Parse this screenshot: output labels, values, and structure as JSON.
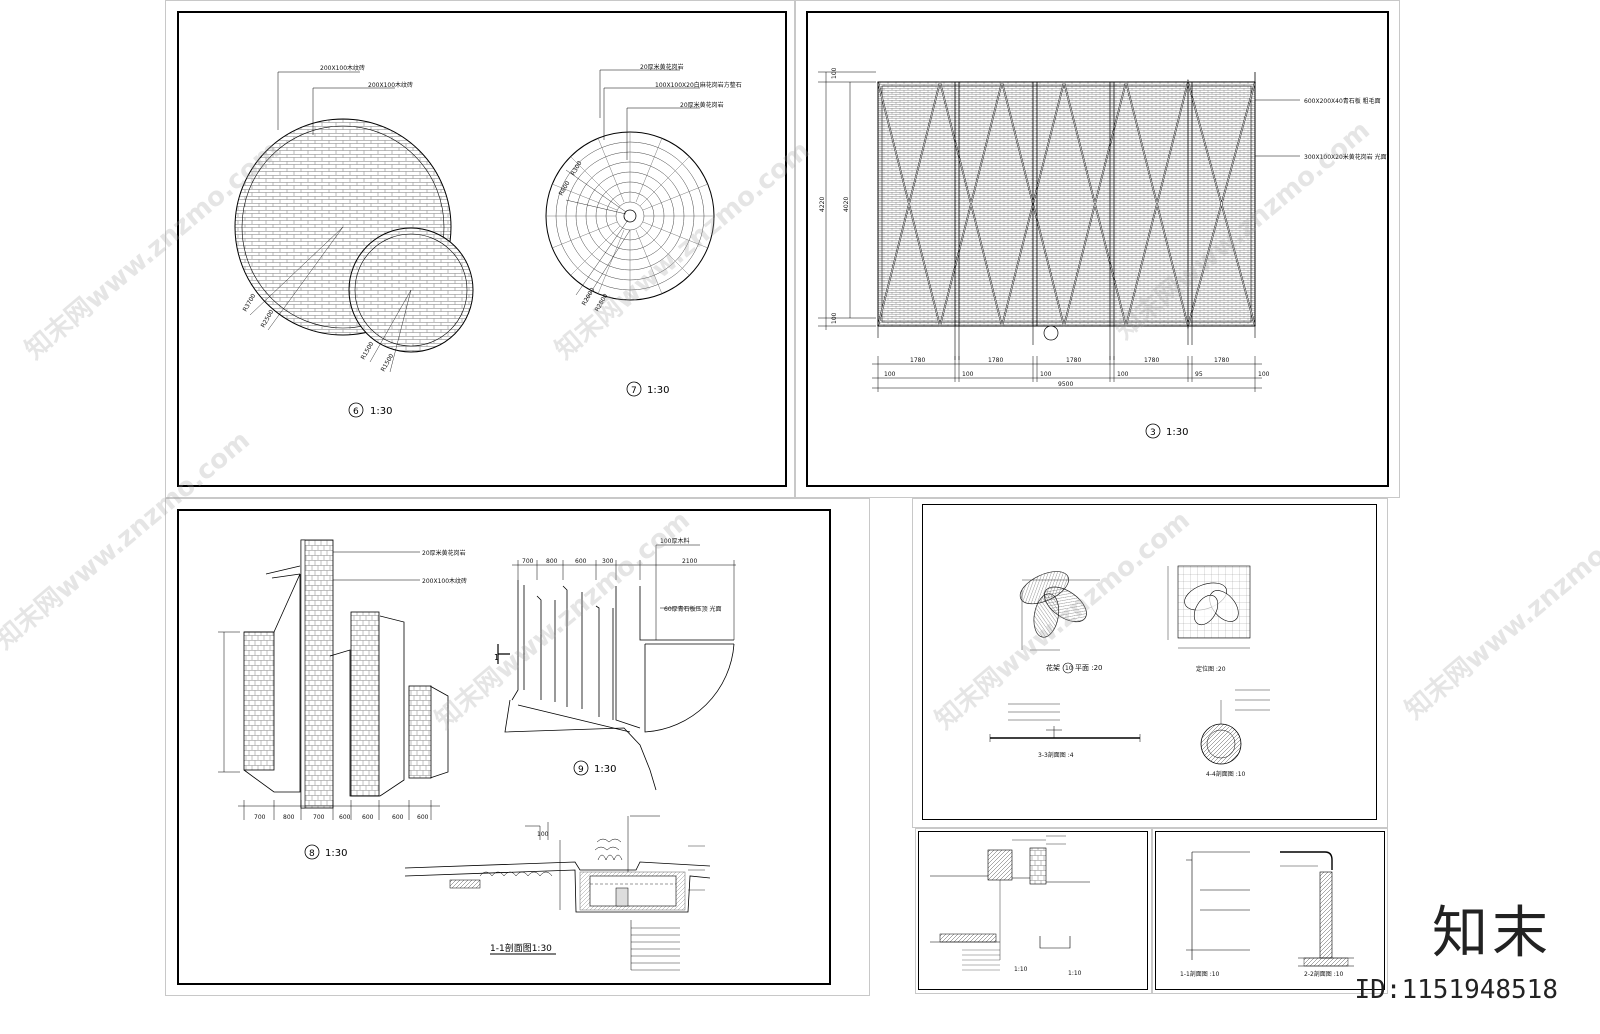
{
  "sheets": {
    "s1": {
      "detail6": {
        "callouts": [
          "200X100木纹砖",
          "200X100木纹砖"
        ],
        "dims": [
          "R3700",
          "R2500",
          "R1500",
          "R1500"
        ],
        "tag_no": "6",
        "tag_scale": "1:30"
      },
      "detail7": {
        "callouts": [
          "20厚米黄花岗岩",
          "100X100X20白麻花岗岩方整石",
          "20厚米黄花岗岩"
        ],
        "dims": [
          "R800",
          "R300",
          "R2000",
          "R2800"
        ],
        "tag_no": "7",
        "tag_scale": "1:30"
      }
    },
    "s2": {
      "callouts": [
        "600X200X40青石板  粗毛面",
        "300X100X20米黄花岗岩  光面"
      ],
      "dims_left": [
        "100",
        "4220",
        "4020",
        "100"
      ],
      "dims_bottom": [
        "1780",
        "1780",
        "1780",
        "1780",
        "1780"
      ],
      "dims_bottom2": [
        "100",
        "100",
        "100",
        "100",
        "95",
        "100"
      ],
      "total": "9500",
      "tag_no": "3",
      "tag_scale": "1:30"
    },
    "s3": {
      "detail8": {
        "callouts": [
          "20厚米黄花岗岩",
          "200X100木纹砖"
        ],
        "dims": [
          "700",
          "800",
          "700",
          "600",
          "600",
          "600",
          "600"
        ],
        "tag_no": "8",
        "tag_scale": "1:30"
      },
      "detail9": {
        "dims": [
          "700",
          "800",
          "600",
          "300",
          "2100"
        ],
        "callouts": [
          "100厚木料",
          "60厚青石板压顶 光面"
        ],
        "section_mark": "1",
        "tag_no": "9",
        "tag_scale": "1:30"
      },
      "section": {
        "title": "1-1剖面图1:30",
        "dim": "100"
      }
    },
    "s4": {
      "plan_title": "花架",
      "plan_no": "10",
      "plan_suffix": "平面 :20",
      "grid_title": "定位图 :20",
      "sec3": "3-3剖面图 :4",
      "sec4": "4-4剖面图 :10"
    },
    "s5": {
      "notes": [
        "1:10",
        "1:10"
      ]
    },
    "s6": {
      "sec1": "1-1剖面图 :10",
      "sec2": "2-2剖面图 :10"
    }
  },
  "watermark": {
    "text": "知末网www.znzmo.com"
  },
  "brand": {
    "name": "知末",
    "id": "ID:1151948518"
  }
}
